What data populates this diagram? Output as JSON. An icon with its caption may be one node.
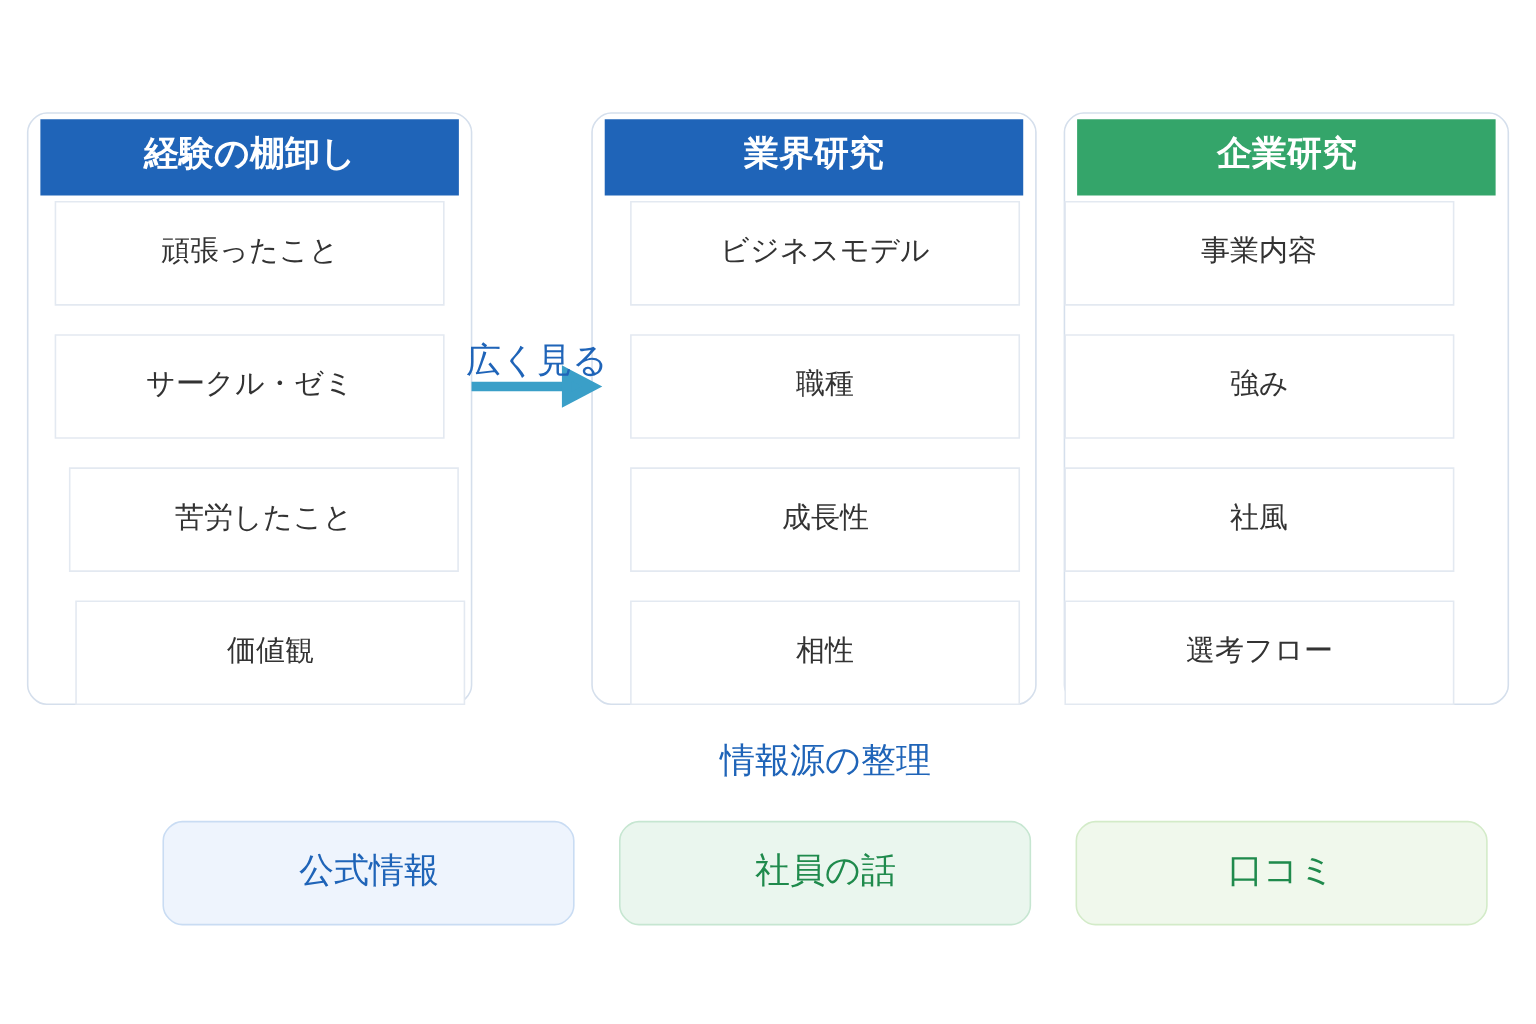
{
  "diagram": {
    "nodes": [
      {
        "text": [
          "経験の棚卸し"
        ]
      },
      {
        "text": [
          "頑張ったこと"
        ],
        "in": 0
      },
      {
        "text": [
          "サークル・ゼミ"
        ],
        "in": 0
      },
      {
        "text": [
          "苦労したこと"
        ],
        "in": 0
      },
      {
        "text": [
          "価値観"
        ],
        "in": 0
      },
      {
        "text": [
          "業界研究"
        ]
      },
      {
        "text": [
          "ビジネスモデル"
        ],
        "in": 5
      },
      {
        "text": [
          "職種"
        ],
        "in": 5
      },
      {
        "text": [
          "成長性"
        ],
        "in": 5
      },
      {
        "text": [
          "相性"
        ],
        "in": 5
      },
      {
        "text": [
          "企業研究"
        ]
      },
      {
        "text": [
          "事業内容"
        ],
        "in": 10
      },
      {
        "text": [
          "強み"
        ],
        "in": 10
      },
      {
        "text": [
          "社風"
        ],
        "in": 10
      },
      {
        "text": [
          "選考フロー"
        ],
        "in": 10
      },
      {
        "text": [
          "公式情報"
        ]
      },
      {
        "text": [
          "社員の話"
        ]
      },
      {
        "text": [
          "口コミ"
        ]
      }
    ],
    "edges": [
      {
        "from": 0,
        "to": 5,
        "arrow": "to",
        "label": "広く見る"
      }
    ],
    "labels": [
      "情報源の整理"
    ]
  }
}
